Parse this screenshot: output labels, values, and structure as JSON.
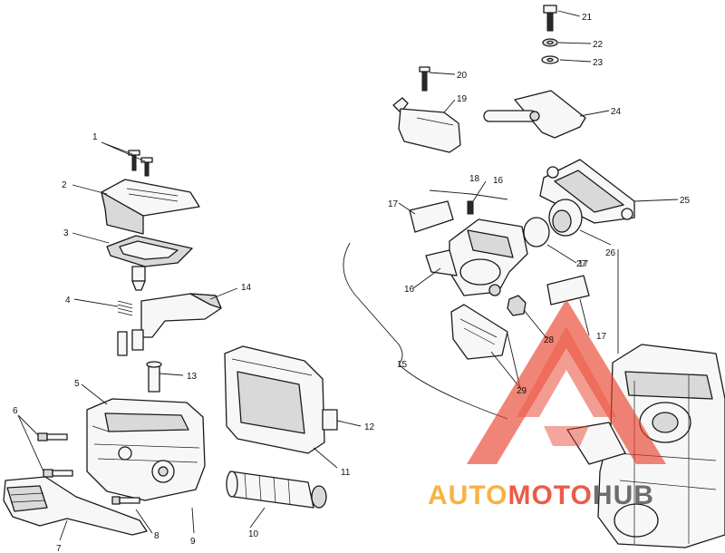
{
  "diagram": {
    "callouts": [
      "1",
      "2",
      "3",
      "4",
      "5",
      "6",
      "7",
      "8",
      "9",
      "10",
      "11",
      "12",
      "13",
      "14",
      "15",
      "16",
      "16",
      "17",
      "17",
      "17",
      "18",
      "19",
      "20",
      "21",
      "22",
      "23",
      "24",
      "25",
      "26",
      "27",
      "28",
      "29"
    ]
  },
  "watermark": {
    "text_part1": "AUTO",
    "text_part2": "MOTO",
    "text_part3": "HUB",
    "colors": {
      "orange": "#f5a623",
      "red": "#e8402a",
      "gray": "#555555"
    }
  }
}
